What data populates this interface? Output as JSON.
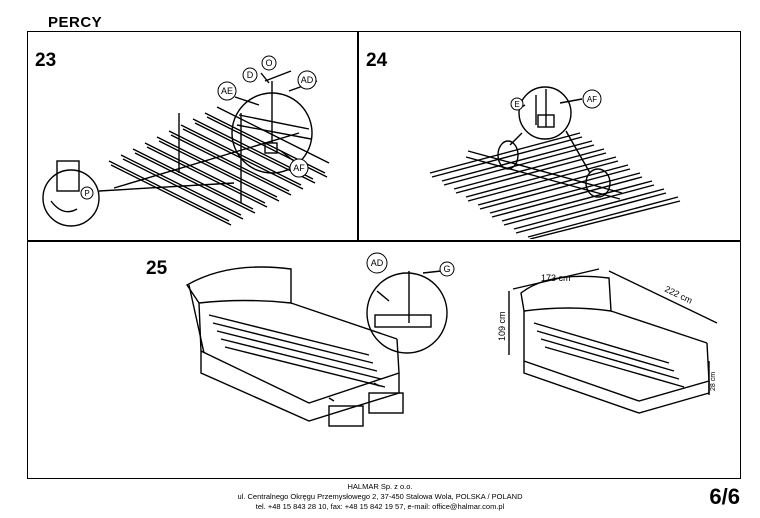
{
  "title": "PERCY",
  "steps": {
    "s23": "23",
    "s24": "24",
    "s25": "25"
  },
  "parts": {
    "o": "O",
    "d": "D",
    "ad": "AD",
    "ae": "AE",
    "af": "AF",
    "p": "P",
    "e": "E",
    "g": "G"
  },
  "dimensions": {
    "width": "173 cm",
    "length": "222 cm",
    "height": "109 cm",
    "rail": "28 cm"
  },
  "footer": {
    "company": "HALMAR Sp. z o.o.",
    "address": "ul. Centralnego Okręgu Przemysłowego 2, 37-450 Stalowa Wola, POLSKA / POLAND",
    "contact": "tel. +48 15 843 28 10, fax: +48 15 842 19 57, e-mail: office@halmar.com.pl"
  },
  "page_number": "6/6"
}
